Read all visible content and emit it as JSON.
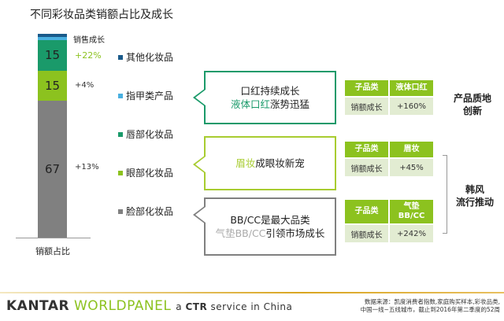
{
  "title": "不同彩妆品类销额占比及成长",
  "chart_data": {
    "type": "bar",
    "title": "不同彩妆品类销额占比及成长",
    "xlabel": "销额占比",
    "growth_header": "销售成长",
    "categories": [
      "脸部化妆品",
      "眼部化妆品",
      "唇部化妆品",
      "指甲类产品",
      "其他化妆品"
    ],
    "values": [
      67,
      15,
      15,
      1.5,
      1.5
    ],
    "labels": [
      "67",
      "15",
      "15"
    ],
    "growth": [
      "+13%",
      "+4%",
      "+22%"
    ],
    "colors": [
      "#808080",
      "#8cc21f",
      "#1a9a6a",
      "#4ab0e0",
      "#1a5a8a"
    ]
  },
  "legend": [
    {
      "label": "其他化妆品",
      "color": "#1a5a8a"
    },
    {
      "label": "指甲类产品",
      "color": "#4ab0e0"
    },
    {
      "label": "唇部化妆品",
      "color": "#1a9a6a"
    },
    {
      "label": "眼部化妆品",
      "color": "#8cc21f"
    },
    {
      "label": "脸部化妆品",
      "color": "#808080"
    }
  ],
  "callouts": [
    {
      "l1a": "口红持续成长",
      "l2a": "液体口红",
      "l2b": "涨势迅猛",
      "color": "#1a9a6a"
    },
    {
      "l1a": "眉妆",
      "l1b": "成眼妆新宠",
      "color": "#a8cc30"
    },
    {
      "l1a": "BB/CC是最大品类",
      "l2a": "气垫BB/CC",
      "l2b": "引领市场成长",
      "color": "#808080"
    }
  ],
  "tables": [
    {
      "h1": "子品类",
      "h2": "液体口红",
      "r1": "销额成长",
      "r2": "+160%"
    },
    {
      "h1": "子品类",
      "h2": "眉妆",
      "r1": "销额成长",
      "r2": "+45%"
    },
    {
      "h1": "子品类",
      "h2": "气垫BB/CC",
      "r1": "销额成长",
      "r2": "+242%"
    }
  ],
  "side": {
    "a1": "产品质地",
    "a2": "创新",
    "b1": "韩风",
    "b2": "流行推动"
  },
  "footer": {
    "brand1": "KANTAR",
    "brand2": "WORLDPANEL",
    "tag1": "a ",
    "tag2": "CTR",
    "tag3": " service in China",
    "src1": "数据来源：凯度消费者指数,家庭购买样本,彩妆品类,",
    "src2": "中国一线~五线城市，截止到2016年第二季度的52周"
  }
}
